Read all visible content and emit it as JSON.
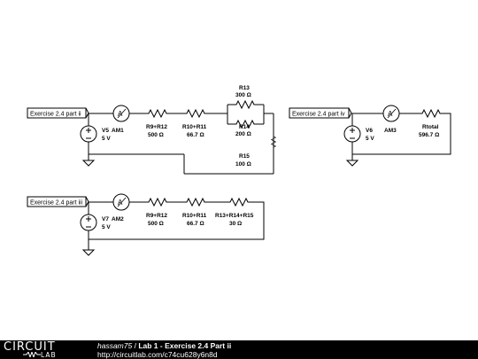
{
  "circuit1": {
    "tag": "Exercise 2.4 part ii",
    "source": {
      "name": "V5",
      "value": "5 V"
    },
    "ammeter": "AM1",
    "r1": {
      "name": "R9+R12",
      "value": "500 Ω"
    },
    "r2": {
      "name": "R10+R11",
      "value": "66.7 Ω"
    },
    "r13": {
      "name": "R13",
      "value": "300 Ω"
    },
    "r14": {
      "name": "R14",
      "value": "200 Ω"
    },
    "r15": {
      "name": "R15",
      "value": "100 Ω"
    }
  },
  "circuit2": {
    "tag": "Exercise 2.4 part iv",
    "source": {
      "name": "V6",
      "value": "5 V"
    },
    "ammeter": "AM3",
    "r1": {
      "name": "Rtotal",
      "value": "596.7 Ω"
    }
  },
  "circuit3": {
    "tag": "Exercise 2.4 part iii",
    "source": {
      "name": "V7",
      "value": "5 V"
    },
    "ammeter": "AM2",
    "r1": {
      "name": "R9+R12",
      "value": "500 Ω"
    },
    "r2": {
      "name": "R10+R11",
      "value": "66.7 Ω"
    },
    "r3": {
      "name": "R13+R14+R15",
      "value": "30 Ω"
    }
  },
  "footer": {
    "logo_top": "CIRCUIT",
    "logo_bottom": "LAB",
    "author": "hassam75",
    "separator": " / ",
    "title": "Lab 1 - Exercise 2.4 Part ii",
    "url": "http://circuitlab.com/c74cu628y6n8d"
  }
}
